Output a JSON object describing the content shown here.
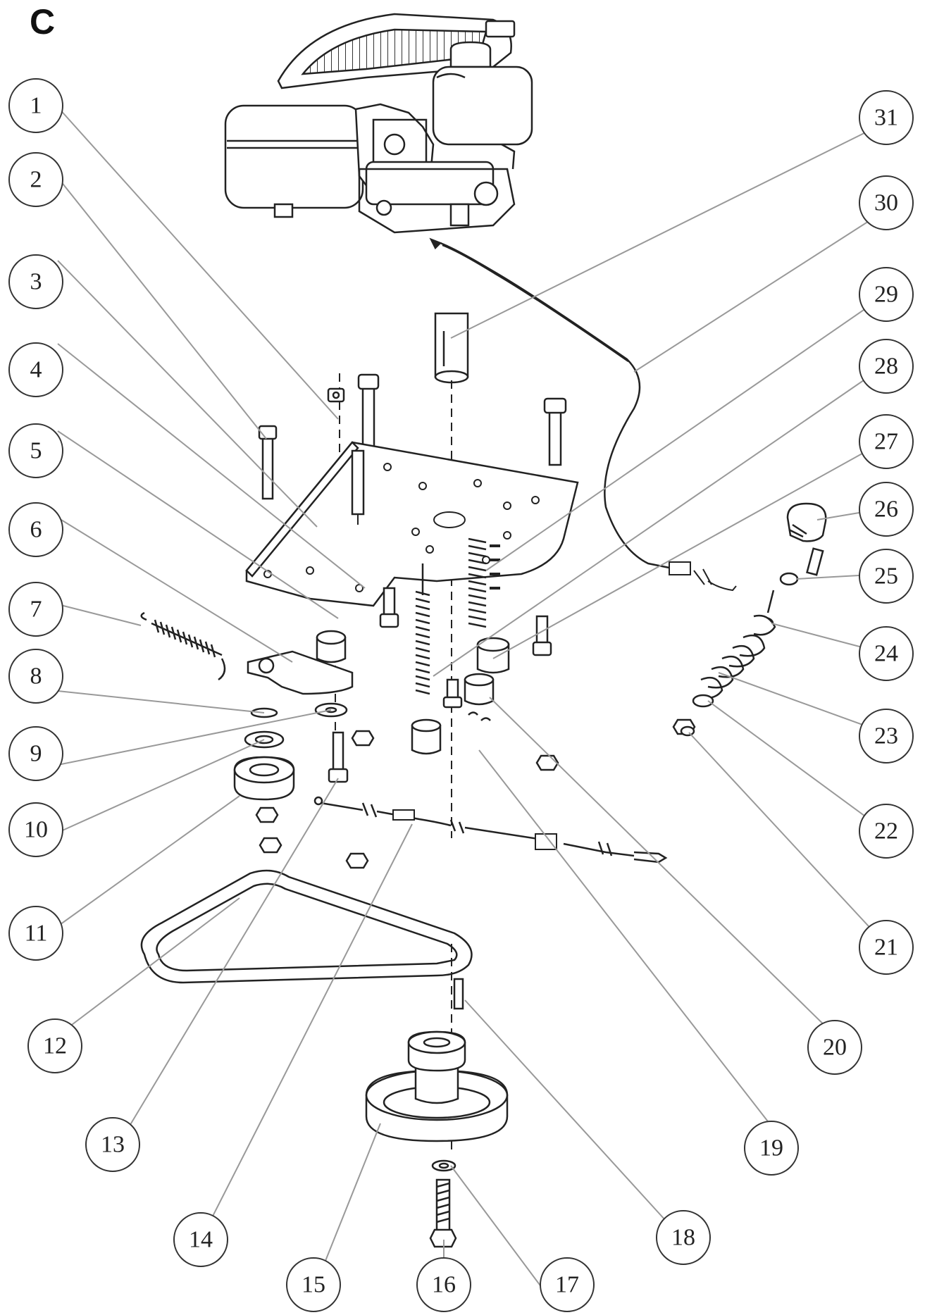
{
  "figure_label": "C",
  "callouts": [
    {
      "num": "1"
    },
    {
      "num": "2"
    },
    {
      "num": "3"
    },
    {
      "num": "4"
    },
    {
      "num": "5"
    },
    {
      "num": "6"
    },
    {
      "num": "7"
    },
    {
      "num": "8"
    },
    {
      "num": "9"
    },
    {
      "num": "10"
    },
    {
      "num": "11"
    },
    {
      "num": "12"
    },
    {
      "num": "13"
    },
    {
      "num": "14"
    },
    {
      "num": "15"
    },
    {
      "num": "16"
    },
    {
      "num": "17"
    },
    {
      "num": "18"
    },
    {
      "num": "19"
    },
    {
      "num": "20"
    },
    {
      "num": "21"
    },
    {
      "num": "22"
    },
    {
      "num": "23"
    },
    {
      "num": "24"
    },
    {
      "num": "25"
    },
    {
      "num": "26"
    },
    {
      "num": "27"
    },
    {
      "num": "28"
    },
    {
      "num": "29"
    },
    {
      "num": "30"
    },
    {
      "num": "31"
    }
  ],
  "colors": {
    "line": "#222222",
    "leader": "#999999",
    "anchor": "#aaaaaa",
    "background": "#ffffff"
  }
}
